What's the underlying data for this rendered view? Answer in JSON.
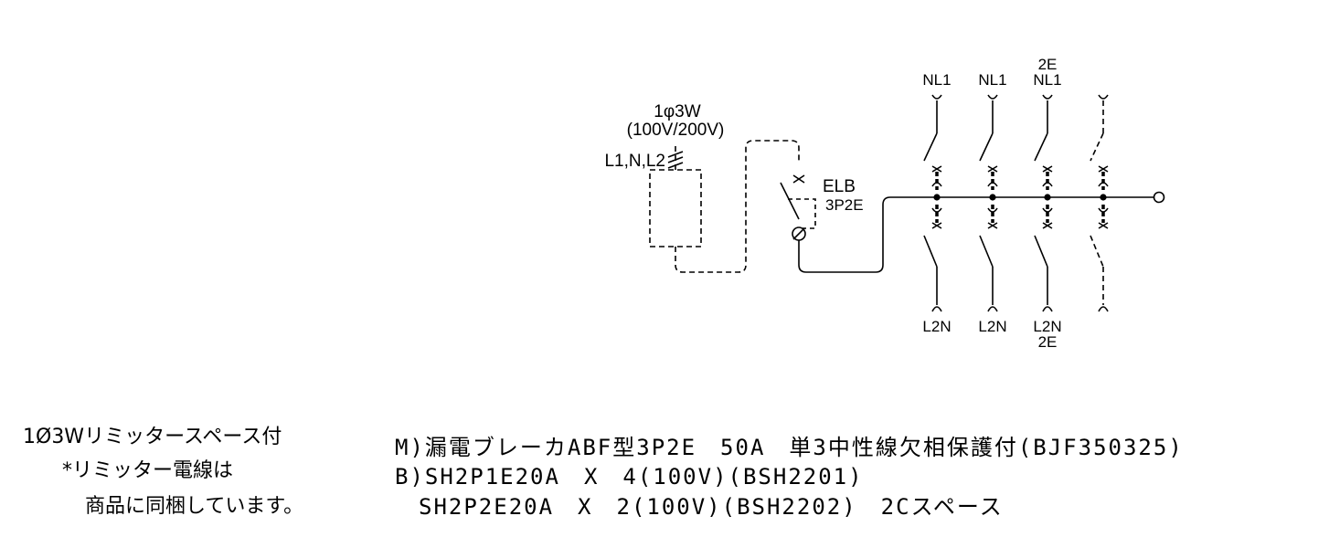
{
  "supply": {
    "phase_label": "1φ3W",
    "voltage_label": "(100V/200V)",
    "lines_label": "L1,N,L2"
  },
  "main_breaker": {
    "type_label": "ELB",
    "poles_label": "3P2E"
  },
  "branches": [
    {
      "top_label": "NL1",
      "top_sub_label": "",
      "bottom_label": "L2N",
      "bottom_sub_label": "",
      "style": "solid"
    },
    {
      "top_label": "NL1",
      "top_sub_label": "",
      "bottom_label": "L2N",
      "bottom_sub_label": "",
      "style": "solid"
    },
    {
      "top_label": "NL1",
      "top_sub_label": "2E",
      "bottom_label": "L2N",
      "bottom_sub_label": "2E",
      "style": "solid"
    },
    {
      "top_label": "",
      "top_sub_label": "",
      "bottom_label": "",
      "bottom_sub_label": "",
      "style": "dashed"
    }
  ],
  "notes": {
    "line1": "1Ø3Wリミッタースペース付",
    "line2": "*リミッター電線は",
    "line3": "商品に同梱しています。"
  },
  "specs": {
    "line1": "M)漏電ブレーカABF型3P2E　50A　単3中性線欠相保護付(BJF350325)",
    "line2": "B)SH2P1E20A　X　4(100V)(BSH2201)",
    "line3": "　SH2P2E20A　X　2(100V)(BSH2202)　2Cスペース"
  }
}
